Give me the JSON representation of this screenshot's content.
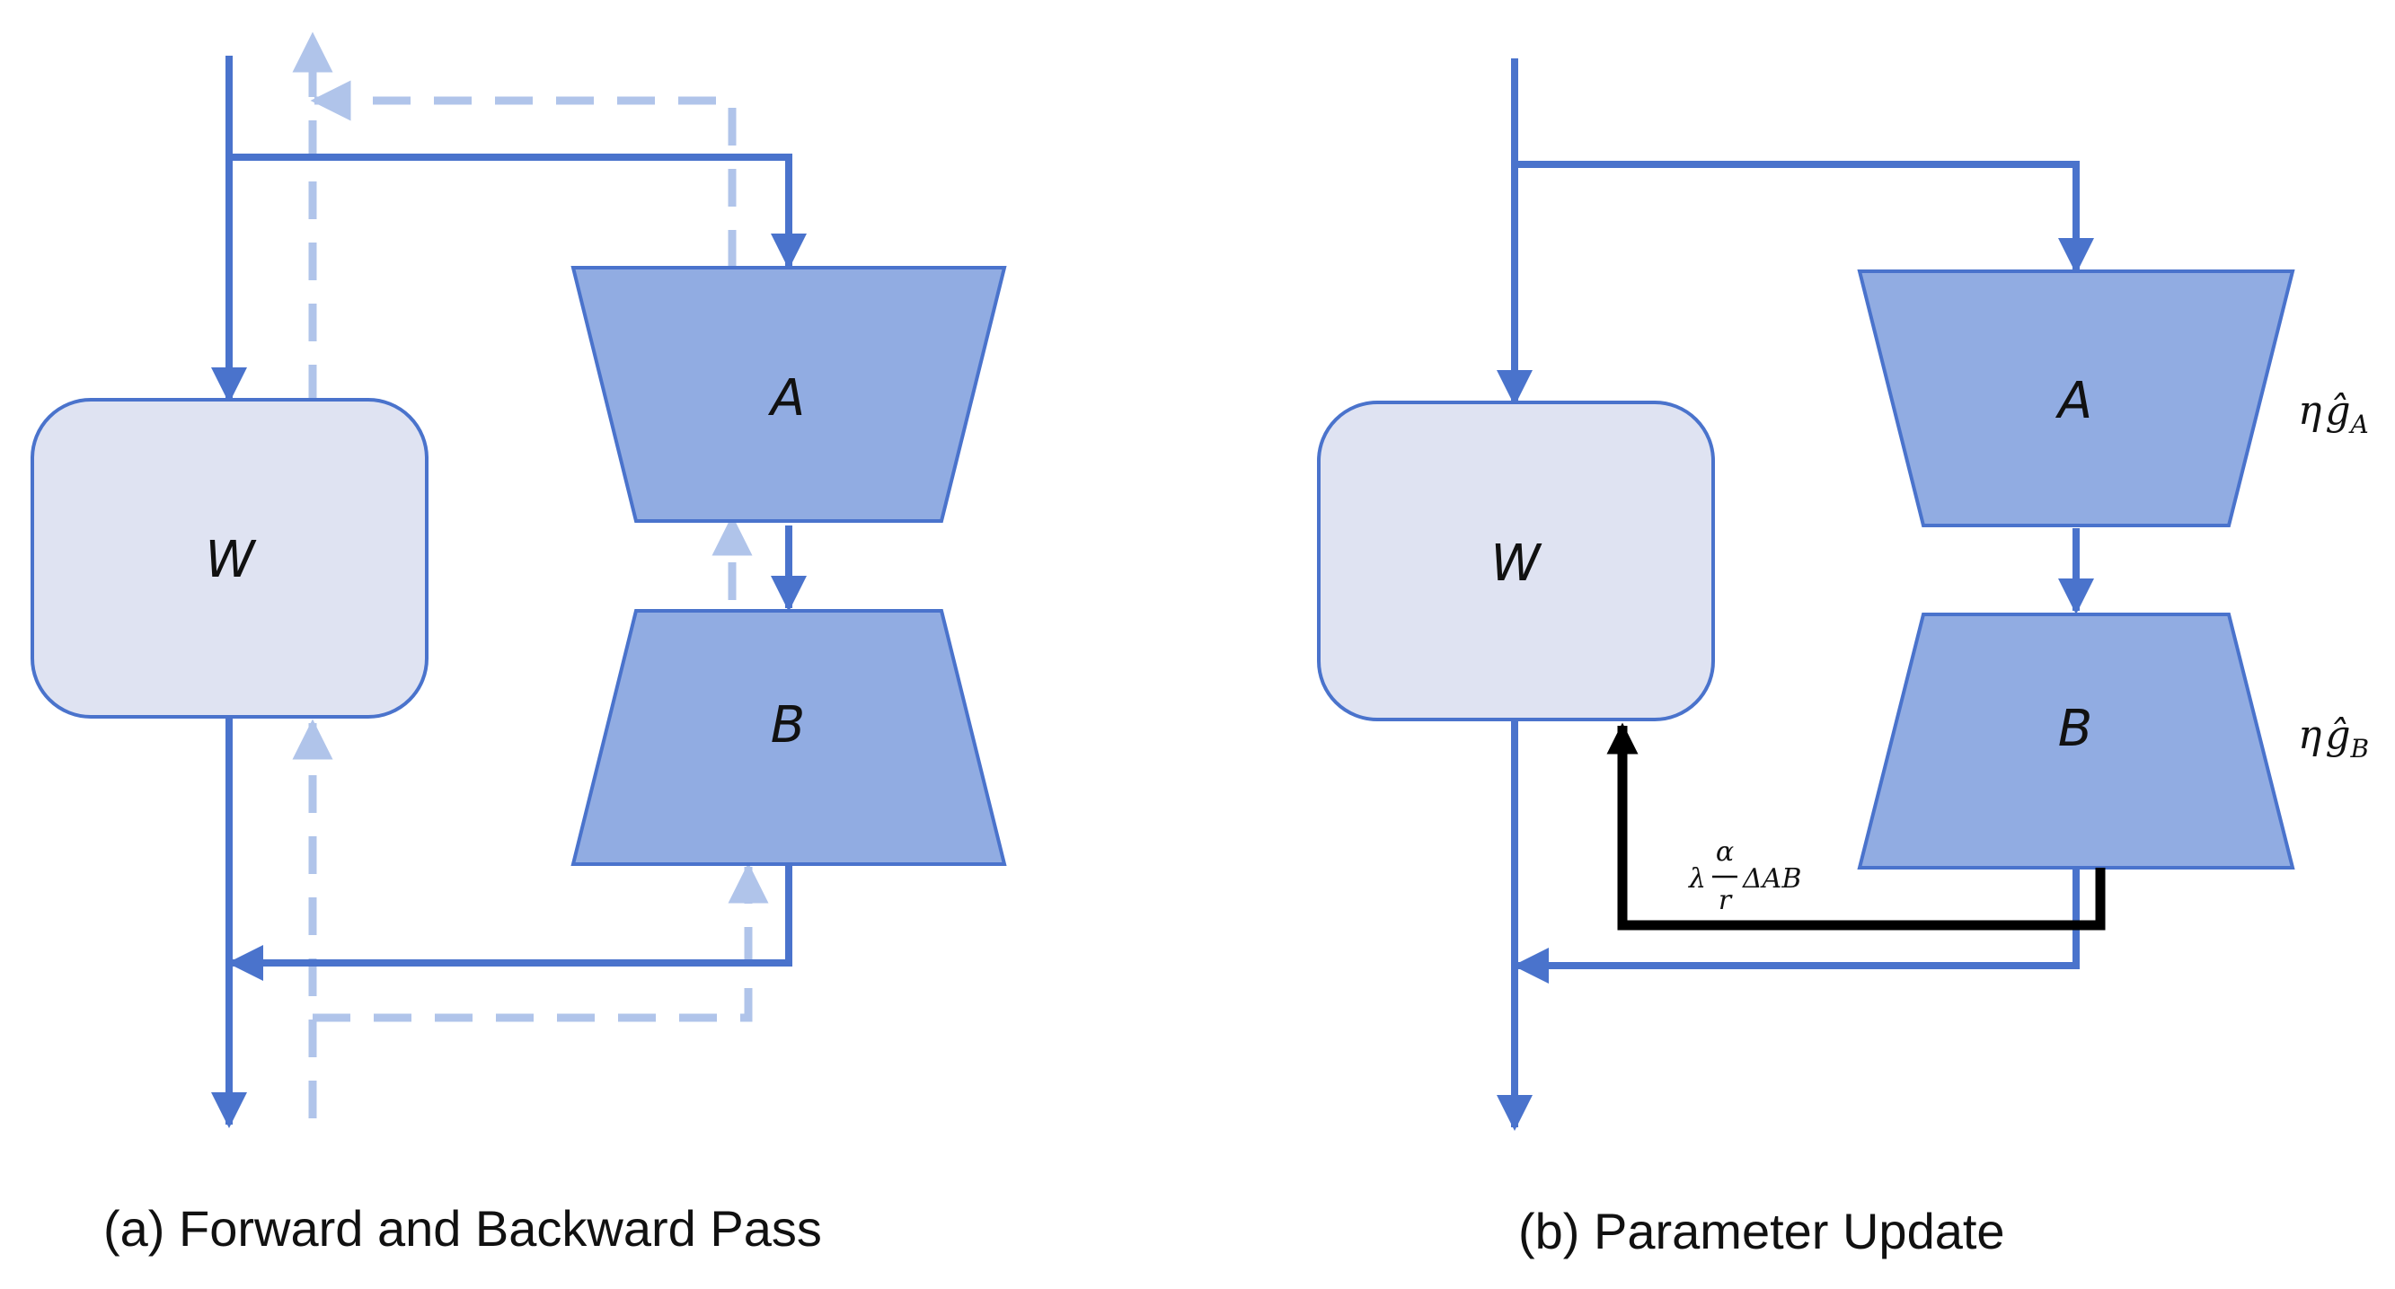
{
  "colors": {
    "forward": "#4a73cc",
    "backward": "#b0c4ea",
    "w_fill": "#dfe3f2",
    "w_stroke": "#4a73cc",
    "adapter_fill": "#91ace2",
    "adapter_stroke": "#4a73cc",
    "update": "#000000"
  },
  "panel_a": {
    "caption": "(a) Forward and Backward Pass",
    "w_label": "W",
    "a_label": "A",
    "b_label": "B"
  },
  "panel_b": {
    "caption": "(b) Parameter Update",
    "w_label": "W",
    "a_label": "A",
    "b_label": "B",
    "a_update": {
      "eta": "η",
      "g": "ĝ",
      "sub": "A"
    },
    "b_update": {
      "eta": "η",
      "g": "ĝ",
      "sub": "B"
    },
    "decay": {
      "lambda": "λ",
      "num": "α",
      "den": "r",
      "rest": "ΔAB"
    }
  }
}
